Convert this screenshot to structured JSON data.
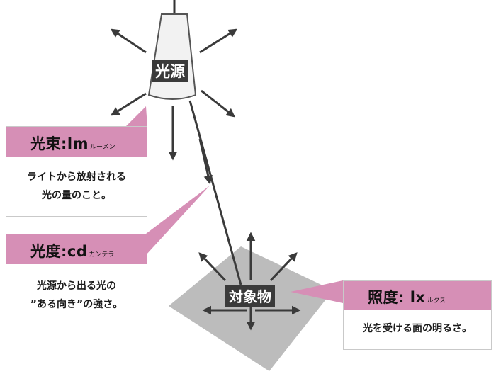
{
  "diagram": {
    "lamp_label": "光源",
    "object_label": "対象物",
    "colors": {
      "header_pink": "#d68fb6",
      "arrow": "#3a3a3a",
      "plane": "#bcbcbc",
      "label_bg": "#3a3a3a"
    }
  },
  "cards": {
    "flux": {
      "title": "光束:lm",
      "ruby": "ルーメン",
      "lines": [
        "ライトから放射される",
        "光の量のこと。"
      ]
    },
    "intensity": {
      "title": "光度:cd",
      "ruby": "カンテラ",
      "lines": [
        "光源から出る光の",
        "”ある向き”の強さ。"
      ]
    },
    "illuminance": {
      "title": "照度: lx",
      "ruby": "ルクス",
      "lines": [
        "光を受ける面の明るさ。"
      ]
    }
  }
}
